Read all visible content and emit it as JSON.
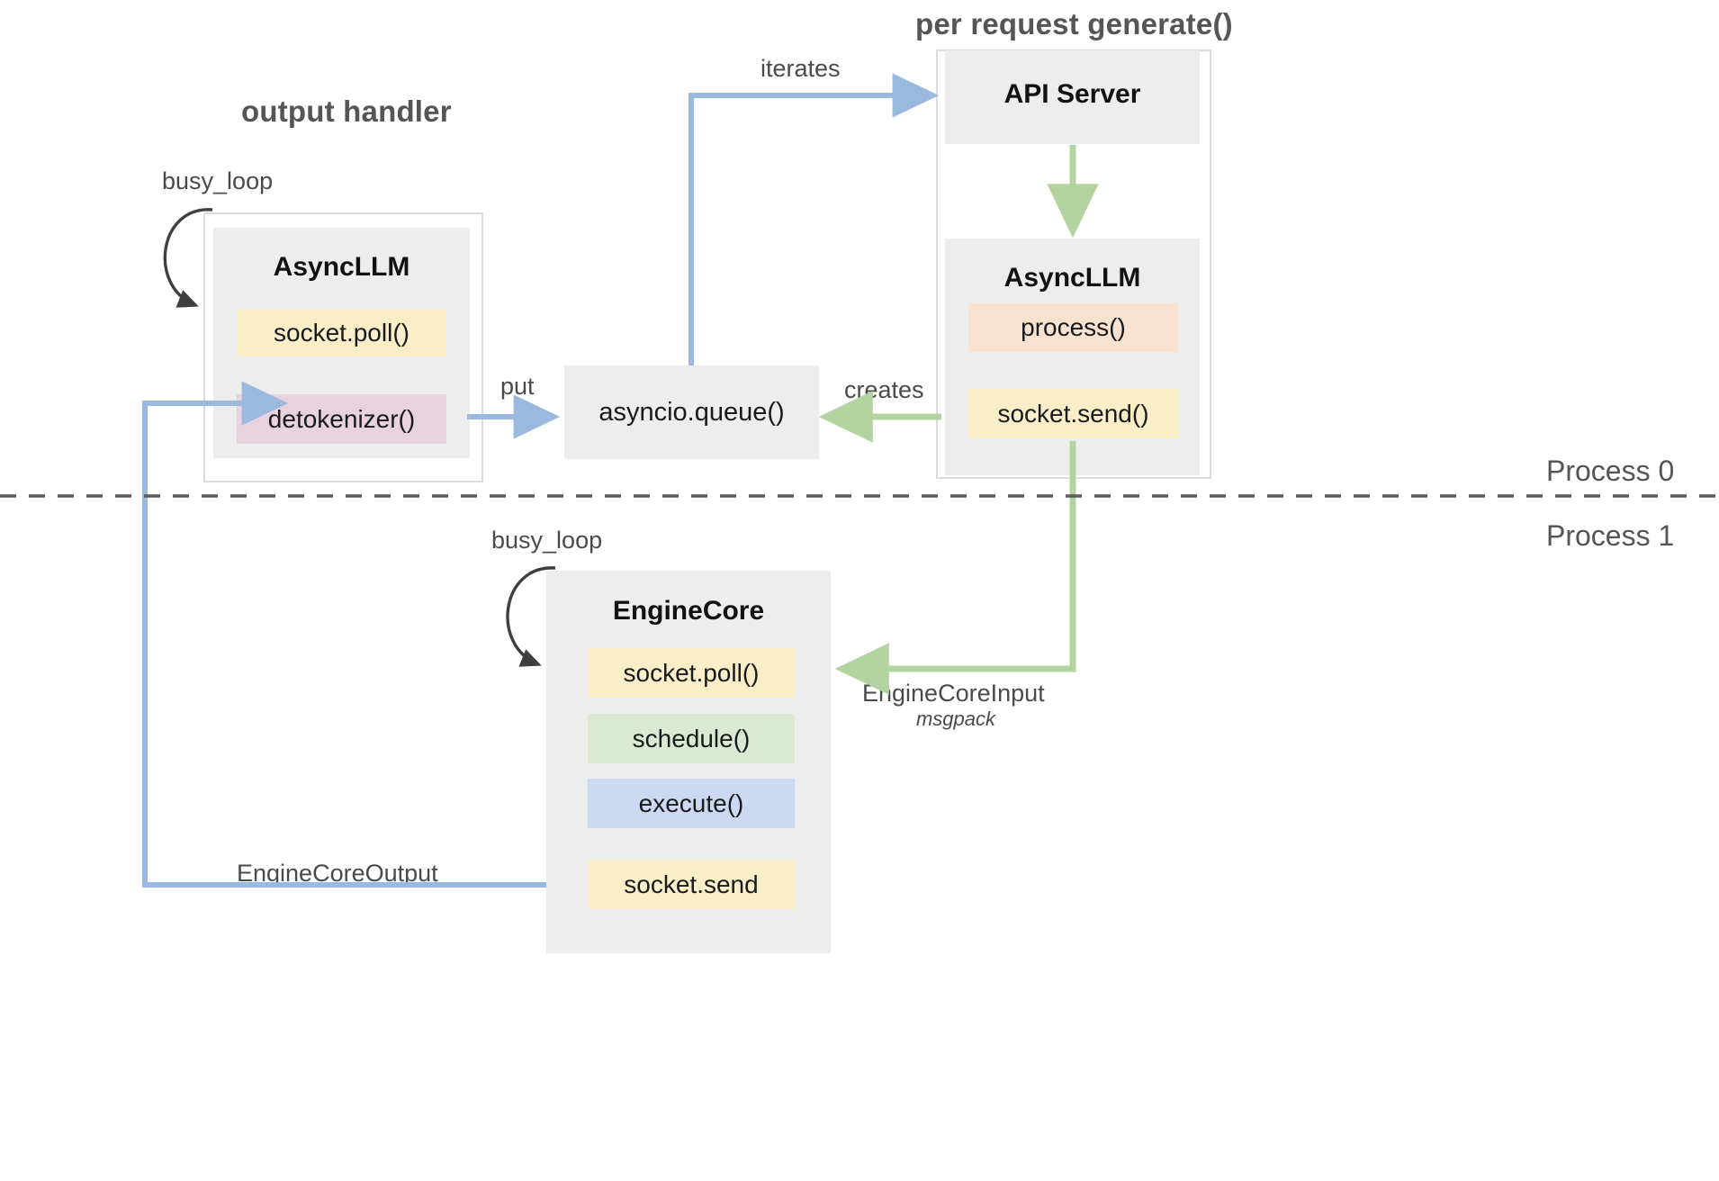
{
  "diagram": {
    "titles": {
      "output_handler": "output handler",
      "per_request_generate": "per request generate()"
    },
    "process_labels": {
      "top": "Process 0",
      "bottom": "Process 1"
    },
    "groups": [
      {
        "id": "output-handler-asyncllm",
        "header": "AsyncLLM",
        "items": [
          {
            "label": "socket.poll()",
            "color": "#faeec8"
          },
          {
            "label": "detokenizer()",
            "color": "#e8d2de"
          }
        ]
      },
      {
        "id": "api-server",
        "header": "API Server",
        "items": []
      },
      {
        "id": "request-asyncllm",
        "header": "AsyncLLM",
        "items": [
          {
            "label": "process()",
            "color": "#f9e3d0"
          },
          {
            "label": "socket.send()",
            "color": "#faeec8"
          }
        ]
      },
      {
        "id": "engine-core",
        "header": "EngineCore",
        "items": [
          {
            "label": "socket.poll()",
            "color": "#faeec8"
          },
          {
            "label": "schedule()",
            "color": "#dbe9d2"
          },
          {
            "label": "execute()",
            "color": "#ccd9f2"
          },
          {
            "label": "socket.send",
            "color": "#faeec8"
          }
        ]
      }
    ],
    "nodes": [
      {
        "id": "asyncio-queue",
        "label": "asyncio.queue()"
      }
    ],
    "edge_labels": {
      "busy_loop_left": "busy_loop",
      "busy_loop_engine": "busy_loop",
      "iterates": "iterates",
      "put": "put",
      "creates": "creates",
      "engine_core_input": "EngineCoreInput",
      "engine_core_input_sub": "msgpack",
      "engine_core_output": "EngineCoreOutput"
    },
    "colors": {
      "blue_edge": "#9bb8de",
      "green_edge": "#b3d4a0",
      "black_edge": "#3f3f3f",
      "panel_gray": "#ededed",
      "border_gray": "#dcdcdc",
      "title_gray": "#555555",
      "yellow_chip": "#faeec8",
      "pink_chip": "#e8d2de",
      "peach_chip": "#f9e3d0",
      "green_chip": "#dbe9d2",
      "blue_chip": "#ccd9f2"
    }
  }
}
